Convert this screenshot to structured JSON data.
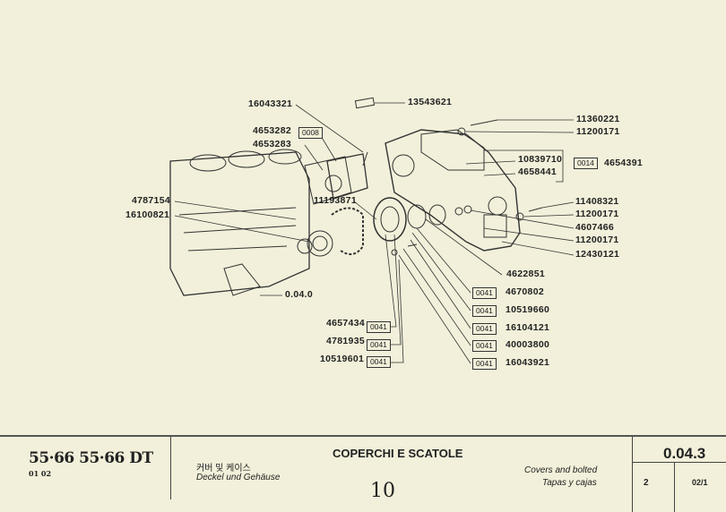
{
  "callouts": {
    "c16043321": "16043321",
    "c13543621": "13543621",
    "c11360221": "11360221",
    "c11200171a": "11200171",
    "c4653282": "4653282",
    "c4653283": "4653283",
    "box0008": "0008",
    "c10839710": "10839710",
    "c4658441": "4658441",
    "box0014": "0014",
    "c4654391": "4654391",
    "c4787154": "4787154",
    "c11193871": "11193871",
    "c16100821": "16100821",
    "c11408321": "11408321",
    "c11200171b": "11200171",
    "c4607466": "4607466",
    "c11200171c": "11200171",
    "c12430121": "12430121",
    "c4622851": "4622851",
    "c4670802": "4670802",
    "ref0040": "0.04.0",
    "c10519660": "10519660",
    "c16104121": "16104121",
    "c40003800": "40003800",
    "c16043921": "16043921",
    "c4657434": "4657434",
    "c4781935": "4781935",
    "c10519601": "10519601",
    "box0041": "0041"
  },
  "footer": {
    "models": "55·66  55·66 DT",
    "versions": "01  02",
    "title_it": "COPERCHI E SCATOLE",
    "title_ko": "커버 및 케이스",
    "title_de": "Deckel und Gehäuse",
    "title_en": "Covers and bolted",
    "title_es": "Tapas y cajas",
    "handwritten": "10",
    "section": "0.04.3",
    "sheet": "2",
    "page": "02/1"
  }
}
